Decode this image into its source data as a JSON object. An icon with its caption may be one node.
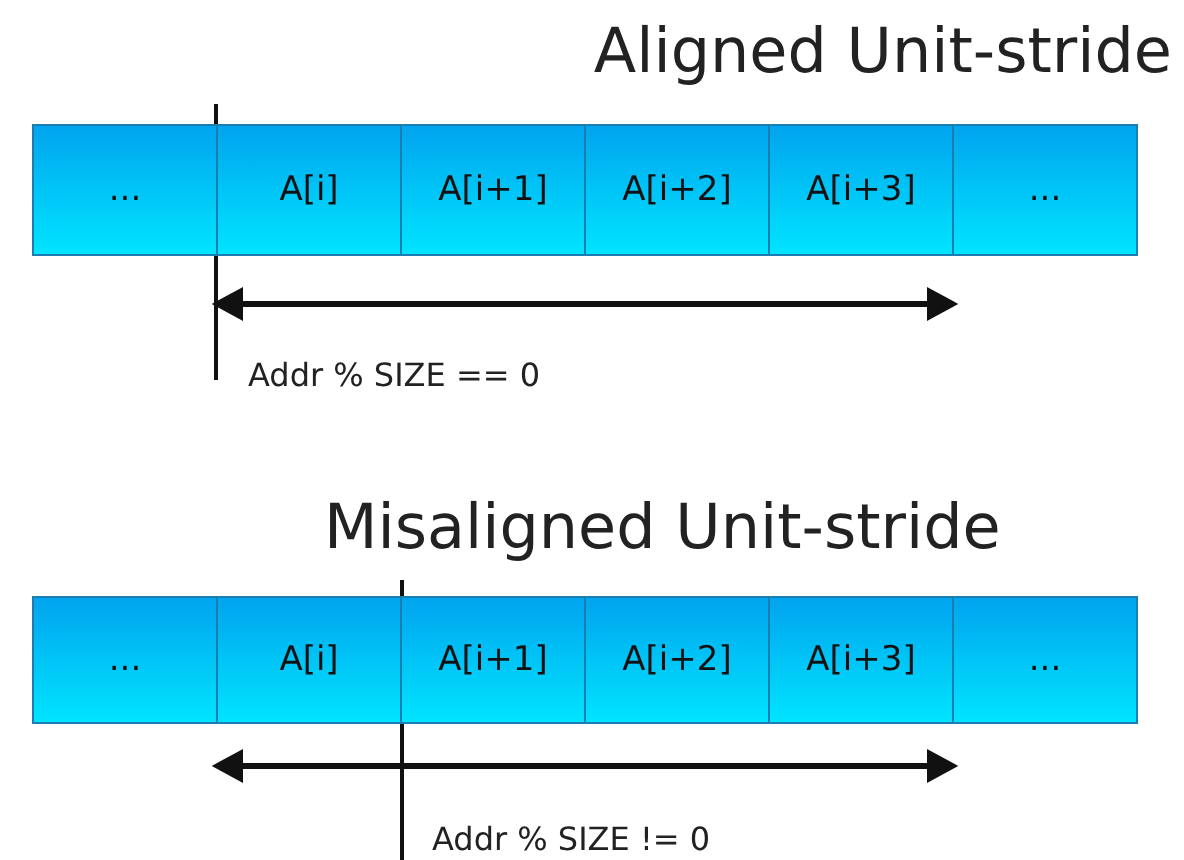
{
  "diagram": {
    "nodes": [
      {
        "text": [
          "..."
        ]
      },
      {
        "text": [
          "A[i]"
        ]
      },
      {
        "text": [
          "A[i+1]"
        ]
      },
      {
        "text": [
          "A[i+2]"
        ]
      },
      {
        "text": [
          "A[i+3]"
        ]
      },
      {
        "text": [
          "..."
        ]
      },
      {
        "text": [
          "..."
        ]
      },
      {
        "text": [
          "A[i]"
        ]
      },
      {
        "text": [
          "A[i+1]"
        ]
      },
      {
        "text": [
          "A[i+2]"
        ]
      },
      {
        "text": [
          "A[i+3]"
        ]
      },
      {
        "text": [
          "..."
        ]
      }
    ],
    "labels": [
      "Aligned Unit-stride",
      "Addr % SIZE == 0",
      "Misaligned Unit-stride",
      "Addr % SIZE != 0"
    ]
  }
}
